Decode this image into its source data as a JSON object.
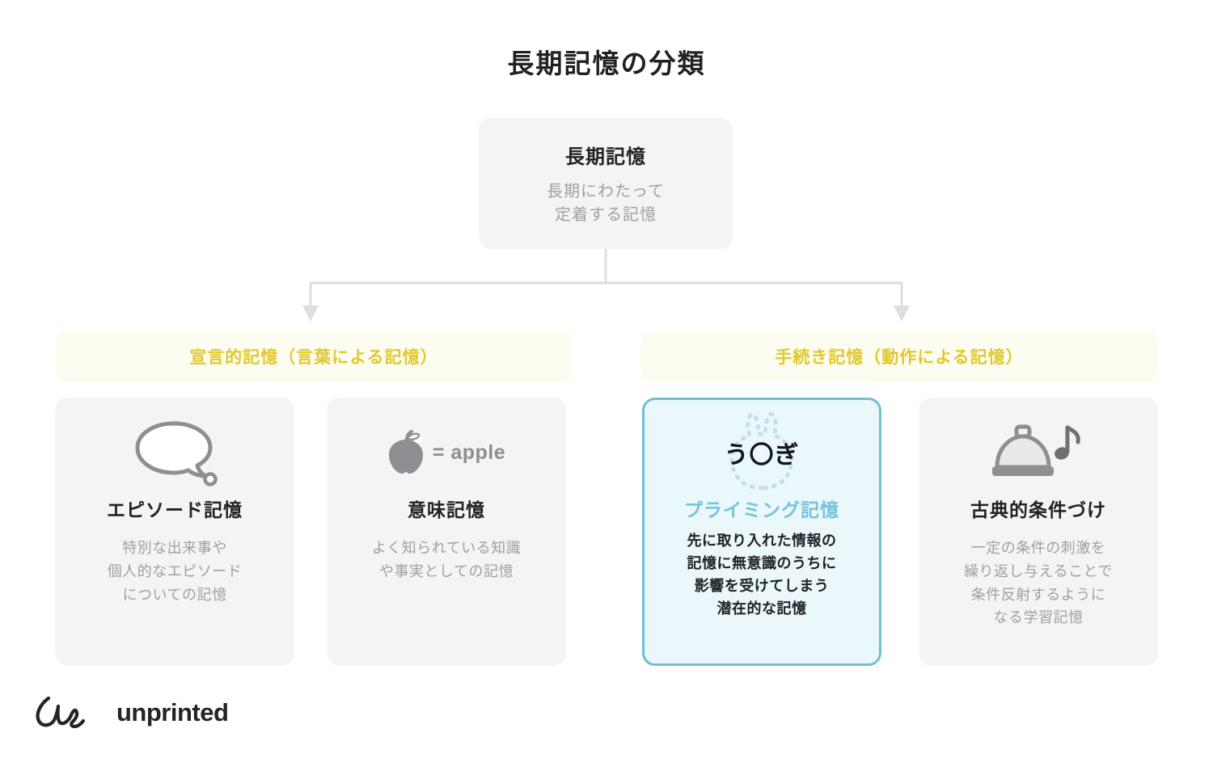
{
  "page": {
    "title": "長期記憶の分類",
    "background_color": "#ffffff"
  },
  "root": {
    "title": "長期記憶",
    "desc_line1": "長期にわたって",
    "desc_line2": "定着する記憶",
    "box_color": "#f4f4f5"
  },
  "branches": [
    {
      "label": "宣言的記憶（言葉による記憶）",
      "color": "#e0c92e",
      "background": "#fdfcf0"
    },
    {
      "label": "手続き記憶（動作による記憶）",
      "color": "#e0c92e",
      "background": "#fdfcf0"
    }
  ],
  "cards": [
    {
      "icon": "speech-bubble-icon",
      "icon_caption": "",
      "title": "エピソード記憶",
      "desc_line1": "特別な出来事や",
      "desc_line2": "個人的なエピソード",
      "desc_line3": "についての記憶",
      "desc_line4": "",
      "highlight": false
    },
    {
      "icon": "apple-icon",
      "icon_caption": "= apple",
      "title": "意味記憶",
      "desc_line1": "よく知られている知識",
      "desc_line2": "や事実としての記憶",
      "desc_line3": "",
      "desc_line4": "",
      "highlight": false
    },
    {
      "icon": "dotted-rabbit-icon",
      "icon_caption": "う〇ぎ",
      "title": "プライミング記憶",
      "desc_line1": "先に取り入れた情報の",
      "desc_line2": "記憶に無意識のうちに",
      "desc_line3": "影響を受けてしまう",
      "desc_line4": "潜在的な記憶",
      "highlight": true,
      "highlight_border_color": "#74bed3",
      "highlight_fill_color": "#eaf7fb",
      "title_color": "#74c5dc"
    },
    {
      "icon": "service-bell-icon",
      "icon_caption": "♪",
      "title": "古典的条件づけ",
      "desc_line1": "一定の条件の刺激を",
      "desc_line2": "繰り返し与えることで",
      "desc_line3": "条件反射するように",
      "desc_line4": "なる学習記憶",
      "highlight": false
    }
  ],
  "logo": {
    "mark": "un-script-mark",
    "word": "unprinted"
  }
}
